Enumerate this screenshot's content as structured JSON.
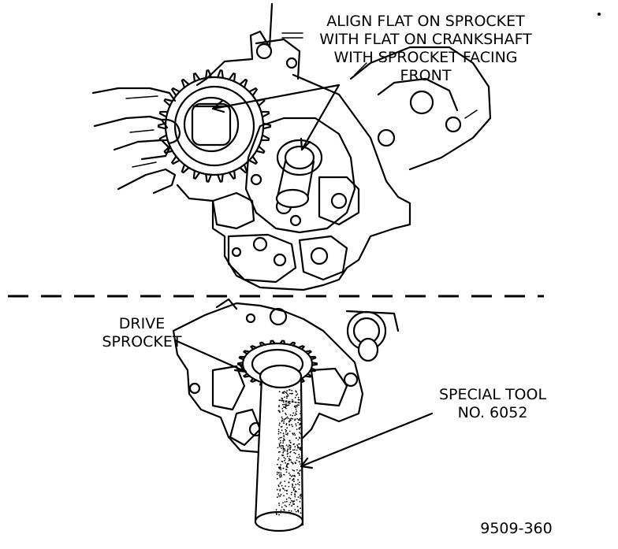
{
  "callouts": {
    "align_flat": [
      "ALIGN FLAT ON SPROCKET",
      "WITH FLAT ON CRANKSHAFT",
      "WITH SPROCKET FACING",
      "FRONT"
    ],
    "drive_sprocket": [
      "DRIVE",
      "SPROCKET"
    ],
    "special_tool": [
      "SPECIAL TOOL",
      "NO. 6052"
    ]
  },
  "figure_id": "9509-360"
}
